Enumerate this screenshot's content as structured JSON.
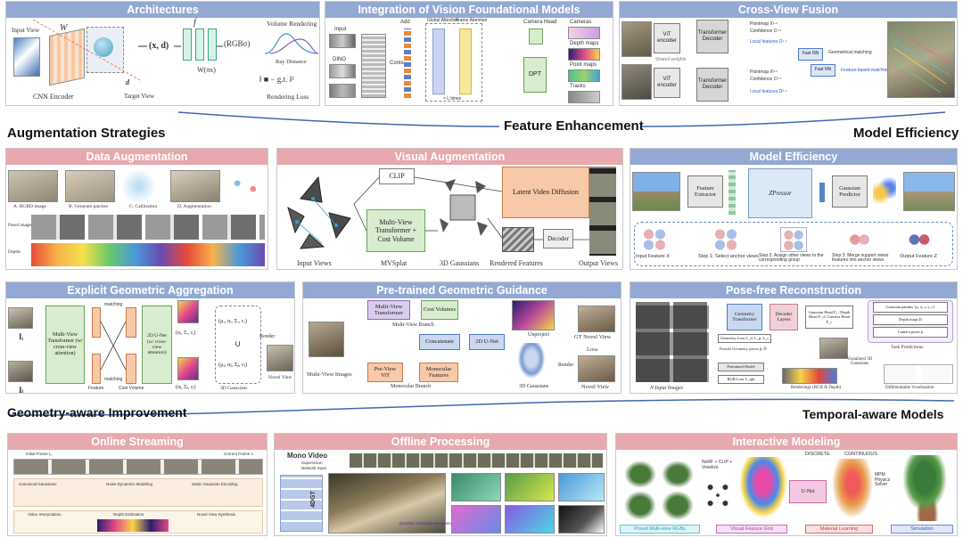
{
  "sections": {
    "feature_enhancement": "Feature Enhancement",
    "augmentation_strategies": "Augmentation Strategies",
    "model_efficiency": "Model Efficiency",
    "geometry_aware": "Geometry-aware Improvement",
    "temporal_aware": "Temporal-aware Models"
  },
  "panels": {
    "architectures": {
      "title": "Architectures",
      "input_view": "Input View",
      "w": "W",
      "cnn_encoder": "CNN Encoder",
      "target_view": "Target View",
      "d": "d",
      "xd": "(x, d)",
      "f": "f",
      "rgbsigma": "(RGBσ)",
      "w_nx": "W(πx)",
      "volume_rendering": "Volume Rendering",
      "ray_distance": "Ray Distance",
      "rendering_loss": "Rendering Loss",
      "loss_formula": "‖ ■ − g.t. ‖²"
    },
    "vision_foundational": {
      "title": "Integration of Vision Foundational Models",
      "input": "Input",
      "dino": "DINO",
      "context": "Context",
      "global_attention": "Global Attention",
      "frame_attention": "Frame Attention",
      "camera_head": "Camera Head",
      "cameras": "Cameras",
      "depth_maps": "Depth maps",
      "point_maps": "Point maps",
      "tracks": "Tracks",
      "dpt": "DPT",
      "times": "× L times",
      "add": "Add"
    },
    "cross_view": {
      "title": "Cross-View Fusion",
      "vit_encoder_1": "ViT encoder",
      "vit_encoder_2": "ViT encoder",
      "shared_weights": "Shared weights",
      "transformer_decoder_1": "Transformer Decoder",
      "transformer_decoder_2": "Transformer Decoder",
      "pointmap_1": "Pointmap X¹·¹",
      "confidence_1": "Confidence C¹·¹",
      "local_features_1": "Local features D¹·¹",
      "pointmap_2": "Pointmap X²·¹",
      "confidence_2": "Confidence C²·¹",
      "local_features_2": "Local features D²·¹",
      "fast_nn_1": "Fast NN",
      "fast_nn_2": "Fast NN",
      "geometrical_matching": "Geometrical matching",
      "feature_based_matching": "Feature-based matching"
    },
    "data_augmentation": {
      "title": "Data Augmentation",
      "a": "A. RGBD image",
      "b": "B. Generate patches",
      "c": "C. Calibration",
      "d": "D. Augmentation",
      "posed_images": "Posed images",
      "depths": "Depths"
    },
    "visual_augmentation": {
      "title": "Visual Augmentation",
      "clip": "CLIP",
      "mvt": "Multi-View Transformer + Cost Volume",
      "latent_video_diffusion": "Latent Video Diffusion",
      "decoder": "Decoder",
      "input_views": "Input Views",
      "mvsplat": "MVSplat",
      "gaussians_3d": "3D Gaussians",
      "rendered_features": "Rendered Features",
      "output_views": "Output Views"
    },
    "model_efficiency": {
      "title": "Model Efficiency",
      "feature_extractor": "Feature Extractor",
      "zpressor": "ZPressor",
      "gaussian_predictor": "Gaussian Predictor",
      "input_feature": "Input Feature X",
      "step1": "Step 1: Select anchor views",
      "step2": "Step 2: Assign other views to the corresponding group",
      "step3": "Step 3: Merge support views features into anchor views",
      "output_feature": "Output Feature Z"
    },
    "explicit_geometric": {
      "title": "Explicit Geometric Aggregation",
      "ii": "Iᵢ",
      "ij": "Iⱼ",
      "mvt": "Multi-View Transformer (w/ cross-view attention)",
      "feature": "Feature",
      "cost_volume": "Cost Volume",
      "unet": "2D U-Net (w/ cross-view attention)",
      "matching": "matching",
      "gauss_i": "(μᵢ, αᵢ, Σᵢ, cᵢ)",
      "gauss_j": "(μⱼ, αⱼ, Σⱼ, cⱼ)",
      "alpha_i": "(αᵢ, Σᵢ, cᵢ)",
      "alpha_j": "(αⱼ, Σⱼ, cⱼ)",
      "union": "∪",
      "render": "Render",
      "novel_view": "Novel View",
      "gaussians_3d": "3D Gaussians"
    },
    "pretrained_guidance": {
      "title": "Pre-trained Geometric Guidance",
      "mvt": "Multi-View Transformer",
      "cost_volumes": "Cost Volumes",
      "multi_view_branch": "Multi-View Branch",
      "concatenate": "Concatenate",
      "unet": "2D U-Net",
      "pre_view_vit": "Pre-View ViT",
      "monocular_features": "Monocular Features",
      "monocular_branch": "Monocular Branch",
      "multi_view_images": "Multi-View Images",
      "unproject": "Unproject",
      "gaussians_3d": "3D Gaussians",
      "render": "Render",
      "gt_novel_view": "GT Novel View",
      "loss": "Loss",
      "novel_view": "Novel View"
    },
    "pose_free": {
      "title": "Pose-free Reconstruction",
      "n_input_images": "N Input Images",
      "geometry_transformer": "Geometry Transformer",
      "decoder_layers": "Decoder Layers",
      "heads": "Gaussian Head Fₓ / Depth Head F_d / Camera Head F_c",
      "gaussian_params": "Gaussian params {μ, σ, r, s, c}",
      "depth_maps": "Depth maps D",
      "camera_poses": "Camera poses p",
      "task_predictions": "Task Predictions",
      "geometry_loss": "Geometry Loss L_d, L_p, L_c",
      "pseudo_geometry": "Pseudo Geometry priors p̂, D̂",
      "pretrained_model": "Pretrained Model",
      "rgb_loss": "RGB Loss L_rgb",
      "visualized_3d": "Visualized 3D Gaussians",
      "renderings": "Renderings (RGB & Depth)",
      "differentiable_voxelization": "Differentiable Voxelization"
    },
    "online_streaming": {
      "title": "Online Streaming",
      "initial_frame": "Initial Frame I₀",
      "current_frame": "Current Frame Iₜ",
      "canonical_gaussians": "Canonical Gaussians",
      "noise_dynamics": "Noise Dynamics Modeling",
      "static_gaussian": "Static Gaussian Encoding",
      "video_interpolation": "Video Interpolation",
      "depth_estimation": "Depth Estimation",
      "novel_view_synthesis": "Novel View Synthesis"
    },
    "offline_processing": {
      "title": "Offline Processing",
      "mono_video": "Mono Video",
      "supervision": "Supervision",
      "network_input": "Network Input",
      "fdgt": "4DGT",
      "dynamic_recon": "Dynamic Gaussian Reconstruction"
    },
    "interactive_modeling": {
      "title": "Interactive Modeling",
      "nerf_clip": "NeRF + CLIP + Voxelize",
      "discrete": "DISCRETE",
      "continuous": "CONTINUOUS",
      "unet": "U-Net",
      "mpm": "MPM Physics Solver",
      "step1": "Posed Multi-view RGBs",
      "step2": "Visual Feature Grid",
      "step3": "Material Learning",
      "step4": "Simulation"
    }
  },
  "colors": {
    "head_blue": "#93a9d3",
    "head_pink": "#e7a9ae",
    "green_box": "#d8ecd0",
    "orange_box": "#f7c9a8",
    "blue_box": "#c9d8f0",
    "purple_box": "#d9cdec"
  }
}
